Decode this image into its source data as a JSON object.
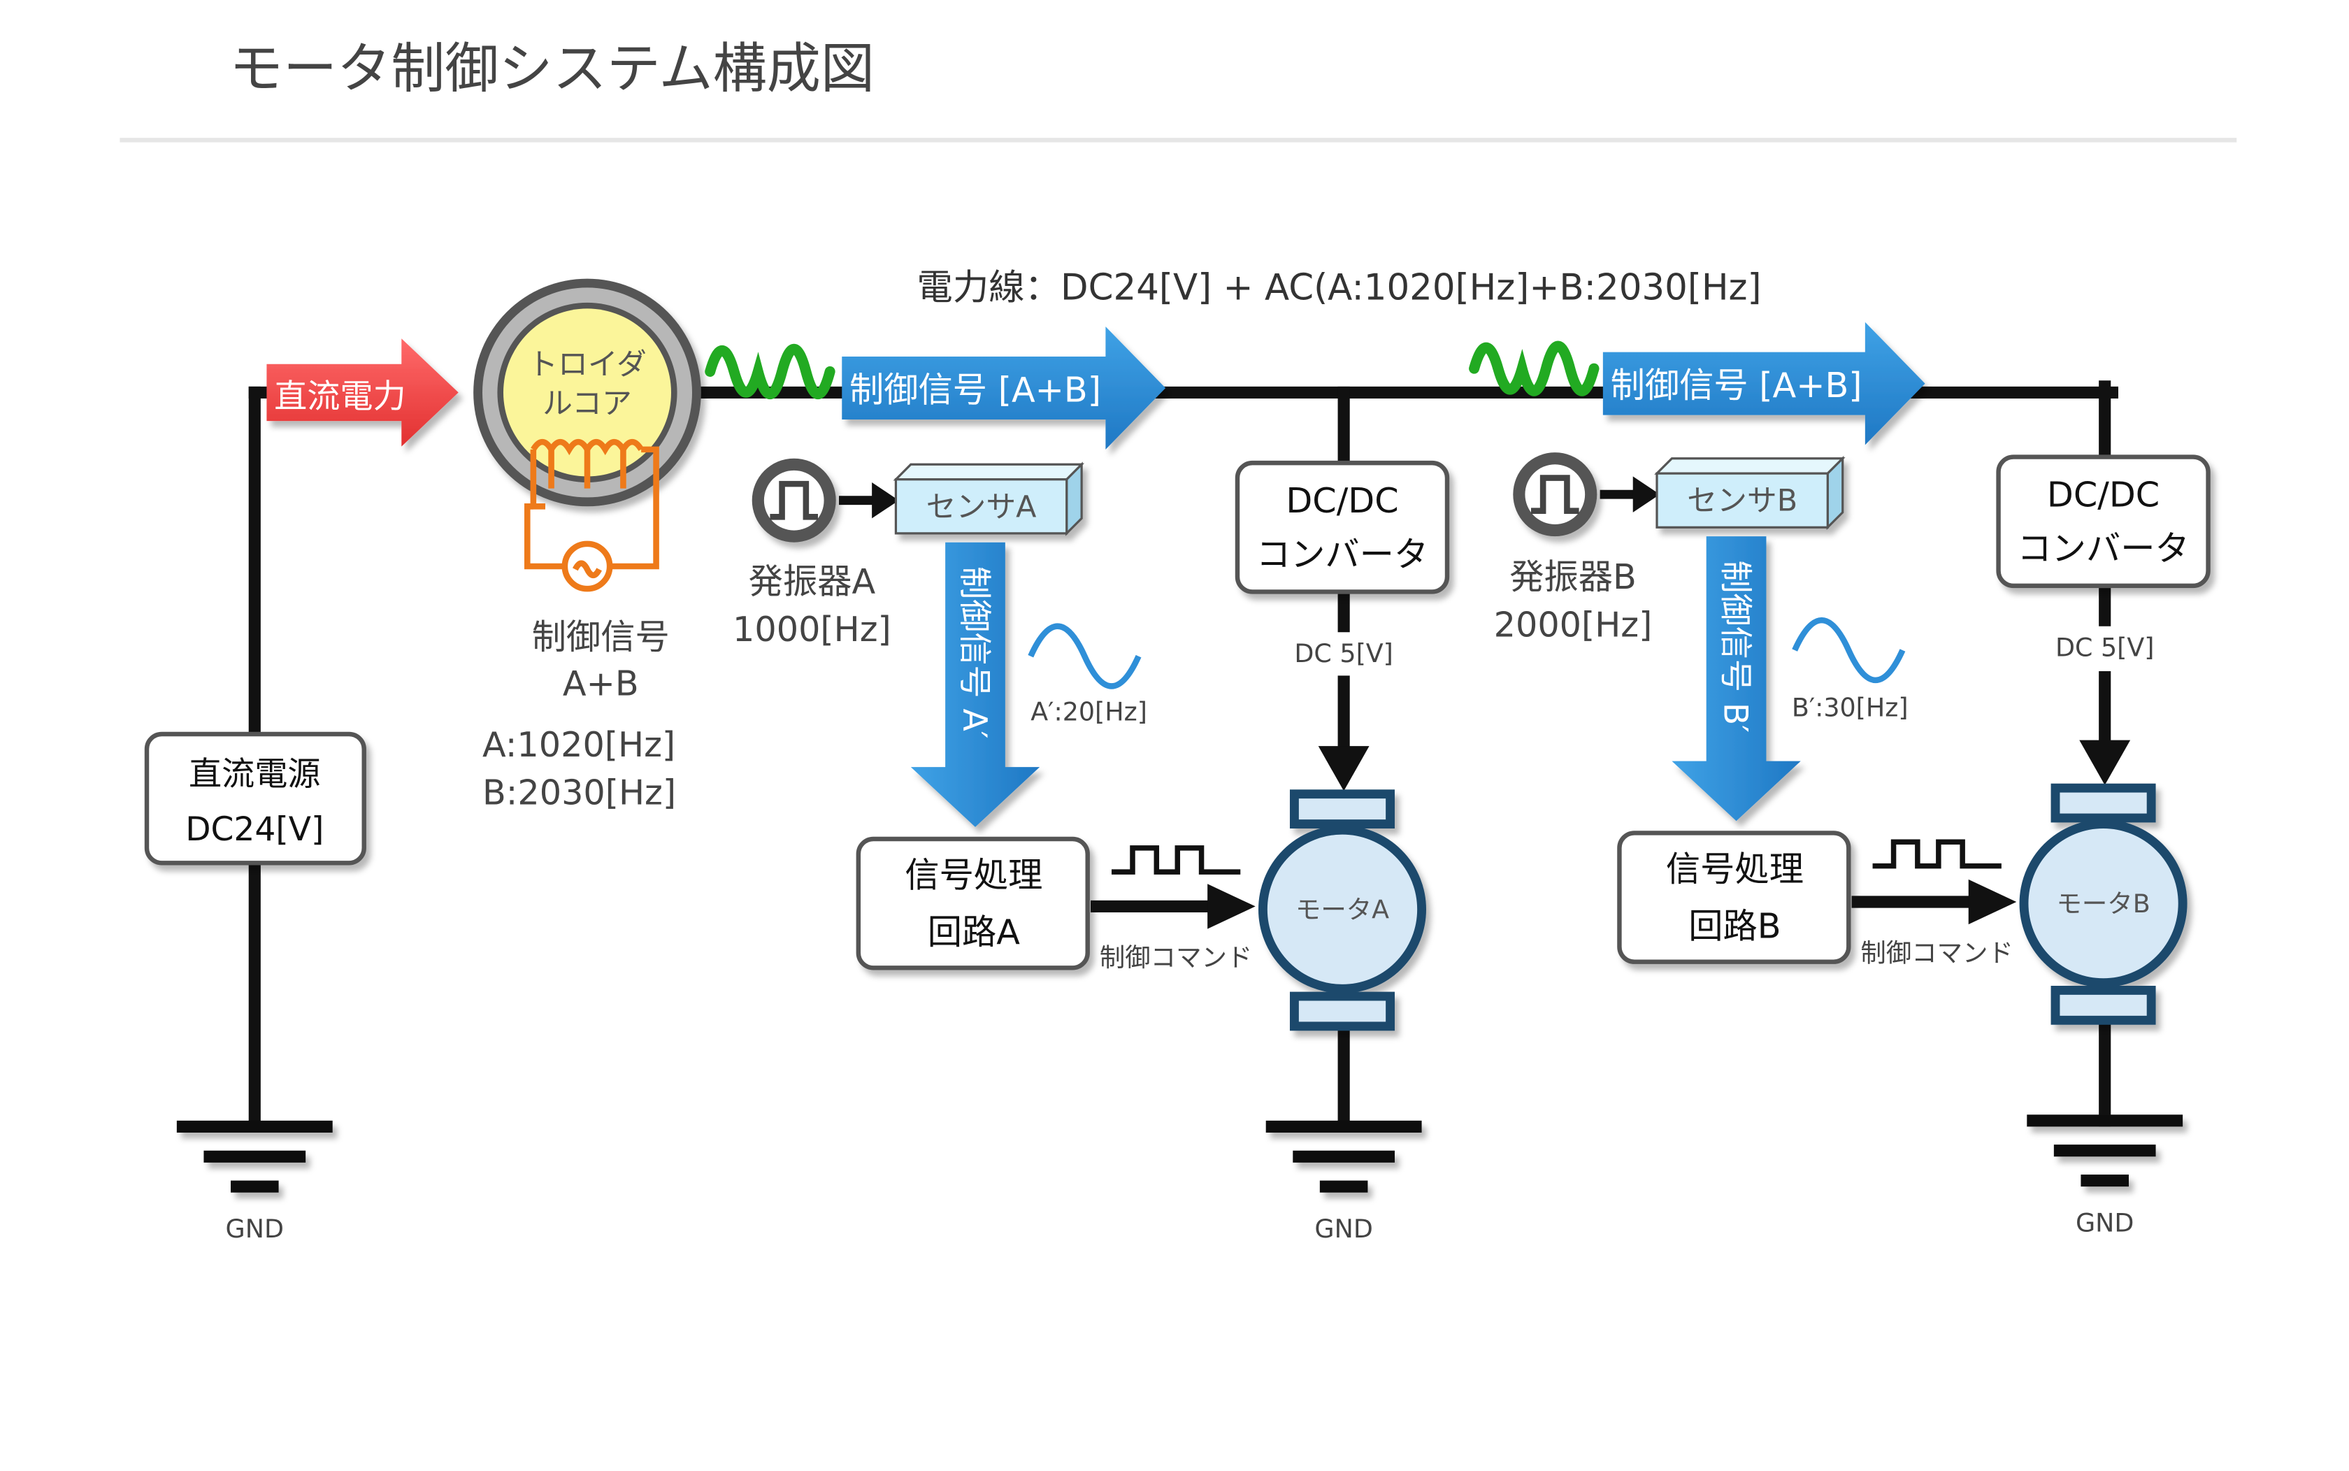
{
  "title": "モータ制御システム構成図",
  "power_line_label": "電力線：DC24[V] + AC(A:1020[Hz]+B:2030[Hz]",
  "dc_power_label": "直流電力",
  "toroidal_core": [
    "トロイダ",
    "ルコア"
  ],
  "control_signal_ab": [
    "制御信号",
    "A+B"
  ],
  "freq_a": "A:1020[Hz]",
  "freq_b": "B:2030[Hz]",
  "power_supply": [
    "直流電源",
    "DC24[V]"
  ],
  "signal_arrow_ab": "制御信号 [A+B]",
  "gnd": "GND",
  "colors": {
    "line": "#111111",
    "blue_arrow": "#2f8fd8",
    "red_arrow": "#ee4040",
    "green_wave": "#22aa22",
    "core_fill": "#fbf59a",
    "coil": "#ee7a1a",
    "sensor_fill": "#cfeefb",
    "motor_dark": "#1d4a6c",
    "motor_fill": "#d6e8f6"
  },
  "channels": [
    {
      "oscillator_label": "発振器A",
      "oscillator_freq": "1000[Hz]",
      "sensor_label": "センサA",
      "down_arrow_label": "制御信号 A′",
      "beat_label": "A′:20[Hz]",
      "converter": [
        "DC/DC",
        "コンバータ"
      ],
      "dc5v": "DC 5[V]",
      "processor": [
        "信号処理",
        "回路A"
      ],
      "command_label": "制御コマンド",
      "motor_label": "モータA"
    },
    {
      "oscillator_label": "発振器B",
      "oscillator_freq": "2000[Hz]",
      "sensor_label": "センサB",
      "down_arrow_label": "制御信号 B′",
      "beat_label": "B′:30[Hz]",
      "converter": [
        "DC/DC",
        "コンバータ"
      ],
      "dc5v": "DC 5[V]",
      "processor": [
        "信号処理",
        "回路B"
      ],
      "command_label": "制御コマンド",
      "motor_label": "モータB"
    }
  ]
}
